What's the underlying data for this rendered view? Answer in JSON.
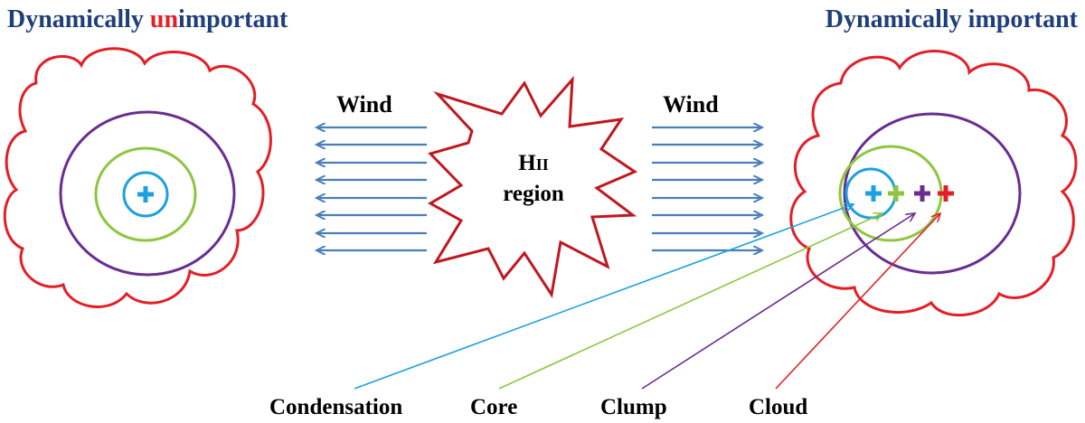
{
  "titles": {
    "left_prefix": "Dynamically ",
    "left_highlight": "un",
    "left_suffix": "important",
    "right": "Dynamically important"
  },
  "wind": {
    "left_label": "Wind",
    "right_label": "Wind"
  },
  "hii_region": {
    "line1_h": "H",
    "line1_ii": "II",
    "line2": "region"
  },
  "labels": {
    "condensation": "Condensation",
    "core": "Core",
    "clump": "Clump",
    "cloud": "Cloud"
  },
  "colors": {
    "title": "#1f3f7a",
    "highlight": "#e41e26",
    "cloud": "#e41e26",
    "clump": "#6a2d91",
    "core": "#8dc63f",
    "condensation": "#1ba1e2",
    "wind_arrow": "#4a7ebb",
    "hii": "#c0181f"
  }
}
